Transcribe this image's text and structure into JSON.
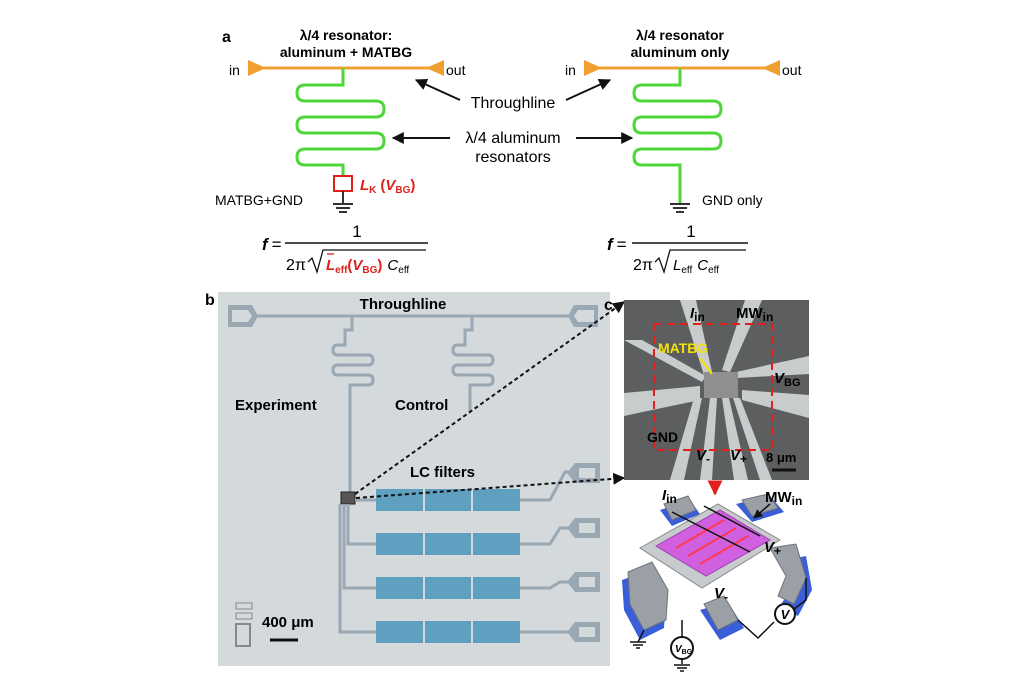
{
  "panel_a": {
    "label": "a",
    "left": {
      "title1": "λ/4 resonator:",
      "title2": "aluminum + MATBG",
      "in": "in",
      "out": "out",
      "lk_main": "L",
      "lk_sub": "K",
      "lk_open": "(",
      "lk_v": "V",
      "lk_vsub": "BG",
      "lk_close": ")",
      "ground_label": "MATBG+GND",
      "formula": {
        "f": "f",
        "eq": "=",
        "num": "1",
        "twopi": "2π",
        "l": "L",
        "lsub": "eff",
        "open": "(",
        "v": "V",
        "vsub": "BG",
        "close": ")",
        "c": "C",
        "csub": "eff"
      }
    },
    "right": {
      "title1": "λ/4 resonator",
      "title2": "aluminum only",
      "in": "in",
      "out": "out",
      "ground_label": "GND only",
      "formula": {
        "f": "f",
        "eq": "=",
        "num": "1",
        "twopi": "2π",
        "l": "L",
        "lsub": "eff",
        "c": "C",
        "csub": "eff"
      }
    },
    "throughline": "Throughline",
    "resonators1": "λ/4 aluminum",
    "resonators2": "resonators"
  },
  "panel_b": {
    "label": "b",
    "throughline": "Throughline",
    "experiment": "Experiment",
    "control": "Control",
    "lc_filters": "LC filters",
    "scale": "400 μm"
  },
  "panel_c": {
    "label": "c",
    "i_in": "I",
    "i_in_sub": "in",
    "mw_in": "MW",
    "mw_in_sub": "in",
    "matbg": "MATBG",
    "v_bg": "V",
    "v_bg_sub": "BG",
    "gnd": "GND",
    "v_minus": "V",
    "v_minus_sub": "-",
    "v_plus": "V",
    "v_plus_sub": "+",
    "scale": "8 μm"
  },
  "panel_3d": {
    "i_in": "I",
    "i_in_sub": "in",
    "mw_in": "MW",
    "mw_in_sub": "in",
    "v_plus": "V",
    "v_plus_sub": "+",
    "v_minus": "V",
    "v_minus_sub": "-",
    "v_meter": "V",
    "vbg": "V",
    "vbg_sub": "BG"
  },
  "colors": {
    "throughline": "#f0a030",
    "resonator": "#4fd63a",
    "highlight": "#e0201c",
    "matbg": "#f5e200",
    "chip_bg": "#d4d9dc",
    "metal": "#9aa8b4",
    "filter": "#5f9fc0",
    "sample_purple": "#d060e0",
    "contact_blue": "#3a5ed8"
  }
}
